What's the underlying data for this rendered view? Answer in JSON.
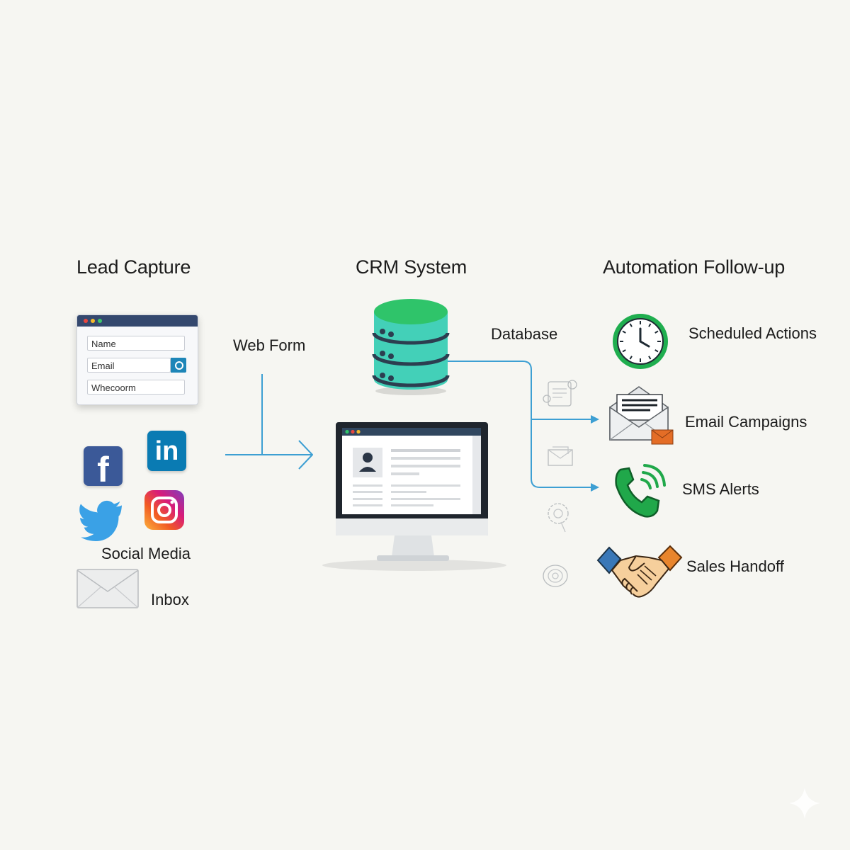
{
  "columns": {
    "lead_capture": {
      "title": "Lead Capture"
    },
    "crm_system": {
      "title": "CRM System"
    },
    "automation": {
      "title": "Automation Follow-up"
    }
  },
  "lead_form": {
    "fields": [
      {
        "label": "Name"
      },
      {
        "label": "Email"
      },
      {
        "label": "Whecoorm"
      }
    ]
  },
  "labels": {
    "web_form": "Web Form",
    "social_media": "Social Media",
    "inbox": "Inbox",
    "database": "Database"
  },
  "automation_items": [
    {
      "label": "Scheduled Actions",
      "icon": "clock-icon"
    },
    {
      "label": "Email Campaigns",
      "icon": "open-envelope-icon"
    },
    {
      "label": "SMS Alerts",
      "icon": "phone-icon"
    },
    {
      "label": "Sales Handoff",
      "icon": "handshake-icon"
    }
  ],
  "social_icons": {
    "facebook": "f",
    "linkedin": "in"
  },
  "colors": {
    "flow_line": "#3d9fd3",
    "database_top": "#2fc46a",
    "database_body": "#43d0b8",
    "database_ring": "#2c3e50",
    "form_titlebar": "#34486e",
    "facebook": "#3b5998",
    "linkedin": "#0a7bb3",
    "twitter": "#3aa1e6",
    "clock": "#1fae4f",
    "phone": "#20a84a",
    "envelope_orange": "#e46d26",
    "handshake_skin": "#f6cf9c",
    "handshake_cuff_blue": "#3a78b8",
    "handshake_cuff_orange": "#e8852d"
  }
}
